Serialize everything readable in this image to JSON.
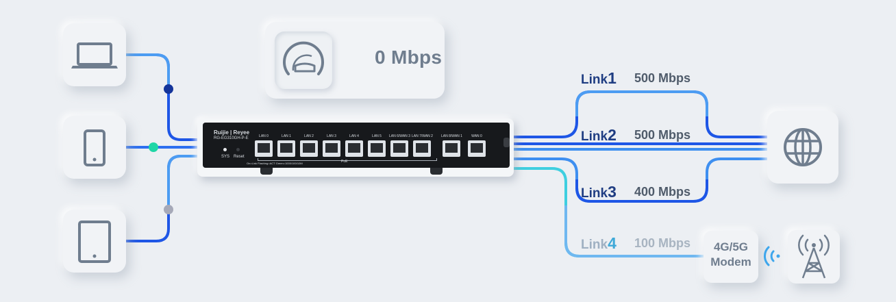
{
  "speed_meter": {
    "value": "0 Mbps",
    "icon": "speedometer-icon"
  },
  "clients": [
    {
      "name": "laptop",
      "icon": "laptop-icon",
      "dot_color": "#14349a"
    },
    {
      "name": "phone",
      "icon": "phone-icon",
      "dot_color": "#1fd6a6"
    },
    {
      "name": "tablet",
      "icon": "tablet-icon",
      "dot_color": "#a6a9b8"
    }
  ],
  "switch": {
    "brand": "Ruijie | Reyee",
    "model": "RG-EG310GH-P-E",
    "sys_label": "SYS",
    "reset_label": "Reset",
    "legend": "On=Link  Flashing=ACT  Green=1000/100/10M",
    "poe_label": "PoE",
    "ports": [
      "LAN 0",
      "LAN 1",
      "LAN 2",
      "LAN 3",
      "LAN 4",
      "LAN 5",
      "LAN 6/WAN 3",
      "LAN 7/WAN 2",
      "LAN 8/WAN 1",
      "WAN 0"
    ]
  },
  "links": [
    {
      "prefix": "Link",
      "number": "1",
      "speed": "500 Mbps"
    },
    {
      "prefix": "Link",
      "number": "2",
      "speed": "500 Mbps"
    },
    {
      "prefix": "Link",
      "number": "3",
      "speed": "400 Mbps"
    },
    {
      "prefix": "Link",
      "number": "4",
      "speed": "100 Mbps"
    }
  ],
  "modem": {
    "line1": "4G/5G",
    "line2": "Modem"
  },
  "icons": {
    "internet": "globe-icon",
    "wireless": "wireless-signal-icon",
    "tower": "cell-tower-icon"
  },
  "colors": {
    "primary_blue": "#1e56e6",
    "light_blue": "#3e8ff0",
    "cyan": "#3ecfe0",
    "navy_text": "#1f3d82"
  }
}
